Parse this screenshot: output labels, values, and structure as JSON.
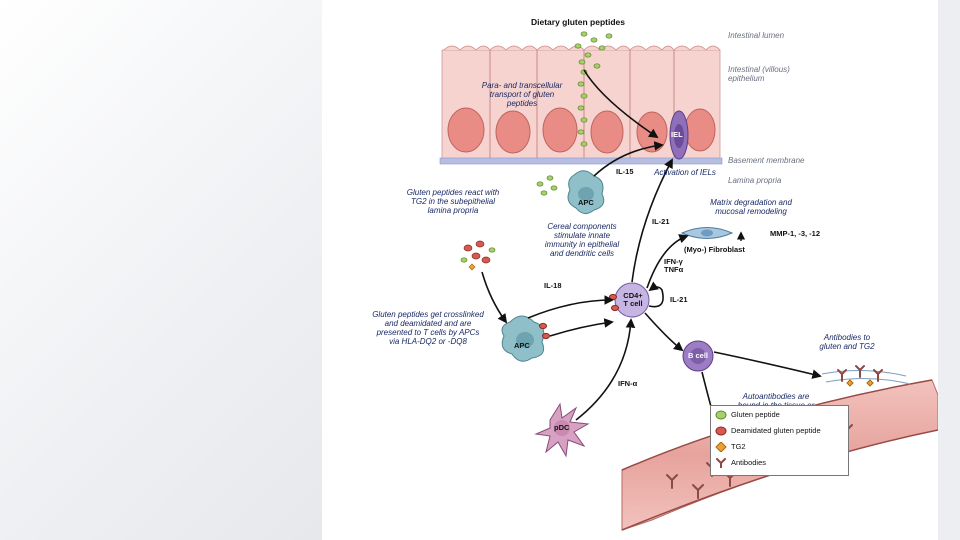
{
  "title": "Dietary gluten peptides",
  "layers": {
    "lumen": "Intestinal lumen",
    "epithelium": "Intestinal (villous)\nepithelium",
    "basement": "Basement membrane",
    "lamina": "Lamina propria"
  },
  "cells": {
    "iel": "IEL",
    "apc_top": "APC",
    "apc_bottom": "APC",
    "cd4": "CD4+\nT cell",
    "bcell": "B cell",
    "pdc": "pDC",
    "fibroblast": "(Myo-) Fibroblast"
  },
  "annotations": {
    "transport": "Para- and transcellular\ntransport of gluten\npeptides",
    "react_tg2": "Gluten peptides react with\nTG2 in the subepithelial\nlamina propria",
    "activation": "Activation of IELs",
    "cereal": "Cereal components\nstimulate innate\nimmunity in epithelial\nand dendritic cells",
    "matrix": "Matrix degradation and\nmucosal remodeling",
    "crosslinked": "Gluten peptides get crosslinked\nand deamidated and are\npresented to T cells by APCs\nvia HLA-DQ2 or -DQ8",
    "antibodies_to": "Antibodies to\ngluten and TG2",
    "autoantibodies": "Autoantibodies are\nbound in the tissue or\nreleased into the blood"
  },
  "cytokines": {
    "il15": "IL-15",
    "il21_up": "IL-21",
    "ifn_tnf": "IFN-γ\nTNFα",
    "il18": "IL-18",
    "il21_loop": "IL-21",
    "ifn_a": "IFN-α",
    "mmp": "MMP-1, -3, -12"
  },
  "legend": {
    "items": [
      {
        "label": "Gluten peptide",
        "icon": "green-oval-icon",
        "color": "#8fbf5a"
      },
      {
        "label": "Deamidated gluten peptide",
        "icon": "red-oval-icon",
        "color": "#d24a3e"
      },
      {
        "label": "TG2",
        "icon": "orange-diamond-icon",
        "color": "#f0a030"
      },
      {
        "label": "Antibodies",
        "icon": "antibody-icon",
        "color": "#a0605a"
      }
    ]
  },
  "colors": {
    "epithelium": "#f4c9c4",
    "nucleus": "#e98c86",
    "apc": "#8fbfc8",
    "tcell": "#b8a6d8",
    "bcell": "#9c7cc2",
    "pdc": "#c88ab0",
    "vessel": "#e39a96",
    "text_blue": "#1a2a66"
  }
}
